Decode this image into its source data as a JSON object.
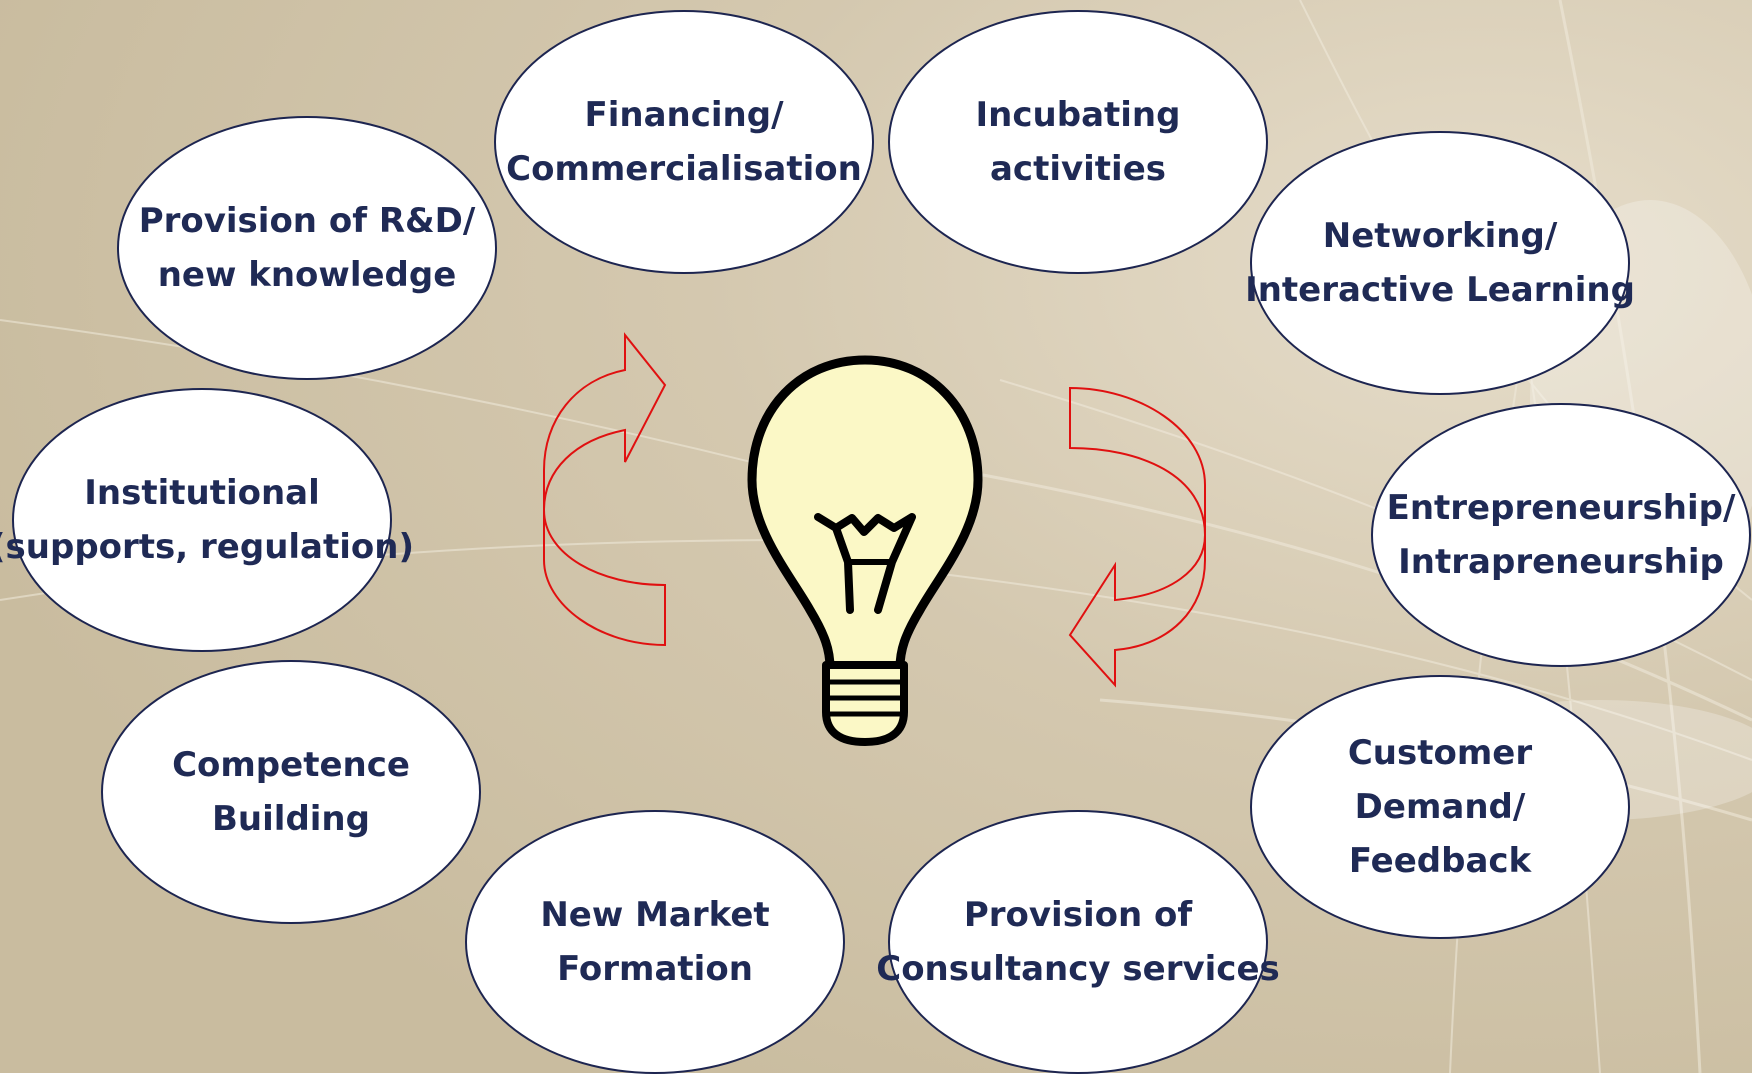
{
  "colors": {
    "background": "#d2c6ad",
    "node_fill": "#ffffff",
    "node_border": "#1d2550",
    "node_text": "#1f2a55",
    "arrow_stroke": "#e01010",
    "bulb_fill": "#fbf8c6",
    "bulb_stroke": "#000000"
  },
  "center": {
    "icon": "lightbulb-icon"
  },
  "cycle_arrows": {
    "left": "curved-arrow-up-icon",
    "right": "curved-arrow-down-icon"
  },
  "nodes": {
    "financing": {
      "label": "Financing/\nCommercialisation"
    },
    "incubating": {
      "label": "Incubating\nactivities"
    },
    "rd": {
      "label": "Provision of R&D/\nnew knowledge"
    },
    "networking": {
      "label": "Networking/\nInteractive Learning"
    },
    "institutional": {
      "label": "Institutional\n(supports, regulation)"
    },
    "entrepreneurship": {
      "label": "Entrepreneurship/\nIntrapreneurship"
    },
    "competence": {
      "label": "Competence\nBuilding"
    },
    "customer": {
      "label": "Customer\nDemand/\nFeedback"
    },
    "market": {
      "label": "New Market\nFormation"
    },
    "consultancy": {
      "label": "Provision of\nConsultancy services"
    }
  }
}
